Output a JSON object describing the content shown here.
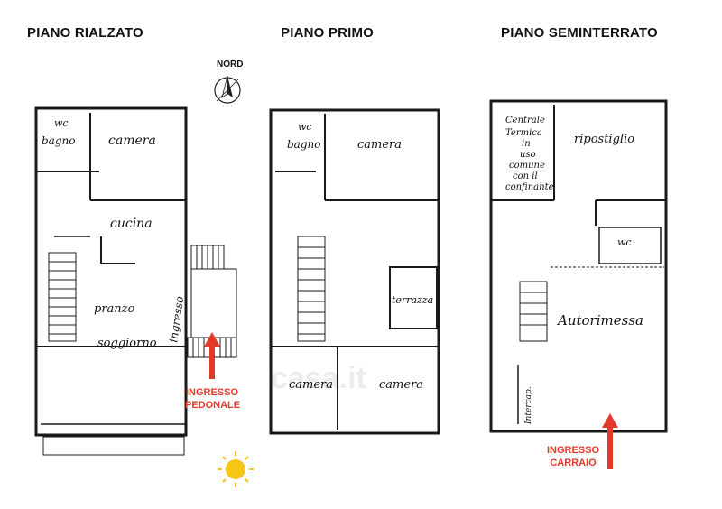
{
  "floors": {
    "rialzato": {
      "title": "PIANO RIALZATO"
    },
    "primo": {
      "title": "PIANO PRIMO"
    },
    "seminterrato": {
      "title": "PIANO SEMINTERRATO"
    }
  },
  "compass": {
    "label": "NORD"
  },
  "rooms": {
    "rialzato": {
      "wc": "wc",
      "bagno": "bagno",
      "camera": "camera",
      "cucina": "cucina",
      "pranzo": "pranzo",
      "soggiorno": "soggiorno",
      "ingresso": "ingresso"
    },
    "primo": {
      "wc": "wc",
      "bagno": "bagno",
      "camera": "camera",
      "terrazza": "terrazza",
      "camera_left": "camera",
      "camera_right": "camera"
    },
    "seminterrato": {
      "centrale": [
        "Centrale",
        "Termica",
        "in",
        "uso",
        "comune",
        "con il",
        "confinante"
      ],
      "ripostiglio": "ripostiglio",
      "wc": "wc",
      "autorimessa": "Autorimessa",
      "intercapedine": "Intercap."
    }
  },
  "annotations": {
    "ingresso_pedonale": [
      "INGRESSO",
      "PEDONALE"
    ],
    "ingresso_carraio": [
      "INGRESSO",
      "CARRAIO"
    ]
  },
  "watermark": "casa.it",
  "colors": {
    "accent": "#e23a2a",
    "sun": "#f5c518",
    "line": "#1a1a1a"
  },
  "icons": [
    "compass-icon",
    "sun-icon",
    "arrow-up-icon"
  ]
}
